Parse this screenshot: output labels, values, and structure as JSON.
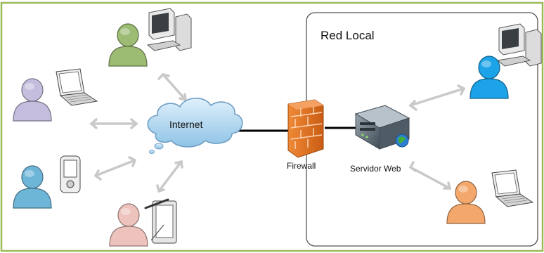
{
  "colors": {
    "frame_border": "#9bbb59",
    "region_border": "#555555",
    "cloud_fill": "#a9d3ef",
    "cloud_stroke": "#6e9ec4",
    "connector": "#000000",
    "arrow": "#c9c9c9",
    "firewall": "#e77b26",
    "server": "#5a6873"
  },
  "diagram": {
    "region": {
      "label": "Red Local"
    },
    "cloud": {
      "label": "Internet",
      "icon": "cloud-icon"
    },
    "firewall": {
      "label": "Firewall",
      "icon": "firewall-brick-icon"
    },
    "server": {
      "label": "Servidor Web",
      "icon": "server-globe-icon"
    },
    "clients": [
      {
        "name": "user-desktop-green",
        "device": "desktop-computer-icon",
        "color": "#9cbb73"
      },
      {
        "name": "user-laptop-lavender",
        "device": "laptop-icon",
        "color": "#c4bddd"
      },
      {
        "name": "user-pda-teal",
        "device": "pda-icon",
        "color": "#6eb6d8"
      },
      {
        "name": "user-tablet-pink",
        "device": "tablet-pen-icon",
        "color": "#eec3bd"
      },
      {
        "name": "user-desktop-blue",
        "device": "desktop-computer-icon",
        "color": "#1da3e8"
      },
      {
        "name": "user-laptop-orange",
        "device": "laptop-icon",
        "color": "#f3a76b"
      }
    ]
  }
}
